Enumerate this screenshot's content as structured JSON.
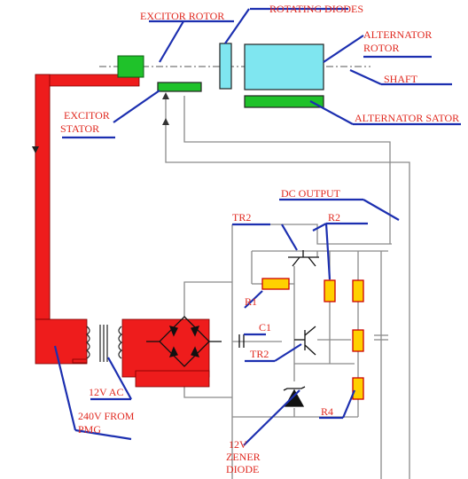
{
  "labels": {
    "excitor_rotor": "EXCITOR ROTOR",
    "rotating_diodes": "ROTATING DIODES",
    "alternator_rotor_line1": "ALTERNATOR",
    "alternator_rotor_line2": "ROTOR",
    "shaft": "SHAFT",
    "alternator_stator": "ALTERNATOR SATOR",
    "excitor_stator_line1": "EXCITOR",
    "excitor_stator_line2": "STATOR",
    "dc_output": "DC OUTPUT",
    "tr2_top": "TR2",
    "r2": "R2",
    "r1": "R1",
    "c1": "C1",
    "tr2_bottom": "TR2",
    "r4": "R4",
    "ac_12v": "12V AC",
    "pmg_line1": "240V FROM",
    "pmg_line2": "PMG",
    "zener_line1": "12V",
    "zener_line2": "ZENER",
    "zener_line3": "DIODE"
  },
  "colors": {
    "label_text": "#e0281f",
    "leader_line": "#1c2fb0",
    "red_conductor": "#ee1c1c",
    "green_component": "#1fc22a",
    "cyan_component": "#7fe6f0",
    "resistor_fill": "#ffd000",
    "wire": "#888888"
  }
}
